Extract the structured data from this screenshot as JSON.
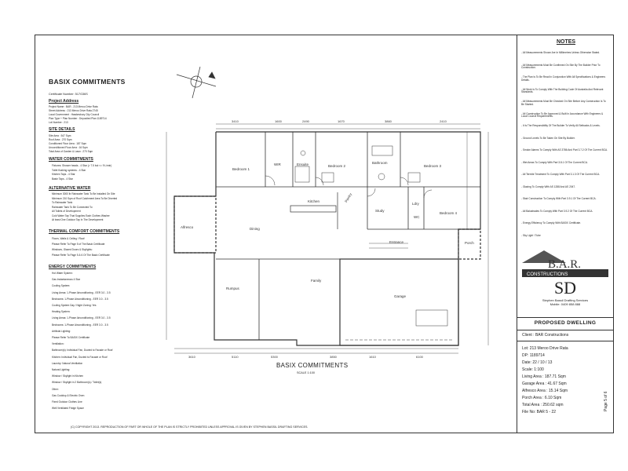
{
  "left_panel": {
    "title": "BASIX COMMITMENTS",
    "certificate": "Certificate Number: 517G36S",
    "project_address_heading": "Project Address",
    "project_rows": [
      "Project Name : BAR - 213 Meroo Drive Rata",
      "Street Address : 213 Meroo Drive Rata 2745",
      "Local Government : Hawkesbury City Council",
      "Plan Type + Plan Number : Deposited Plan 1189714",
      "Lot Number : 213"
    ],
    "site_details_heading": "SITE DETAILS",
    "site_rows": [
      "Site Area : 547 Sqm",
      "Roof Area : 270 Sqm",
      "Conditioned Floor Area : 187 Sqm",
      "Unconditioned Floor Area : 16 Sqm",
      "Total Area of Garden & Lawn : 270 Sqm"
    ],
    "water_heading": "WATER COMMITMENTS",
    "water_rows": [
      "Fixtures: Shower heads - 4 Star (> 7.5 but <= 9 L/min)",
      "Toilet flushing systems - 4 Star",
      "Kitchen Taps - 4 Star",
      "Basin Taps - 4 Star"
    ],
    "alt_water_heading": "ALTERNATIVE WATER",
    "alt_water_rows": [
      "Minimum 3000 ltr Rainwater Tank To Be Installed On Site",
      "Minimum 210 Sqm of Roof Catchment Area To Be Diverted",
      "To Rainwater Tank",
      "Rainwater Tank To Be Connected To:",
      "All Toilets of Development",
      "Cold Water Tap That Supplies Each Clothes Washer",
      "At least One Outdoor Tap In The Development"
    ],
    "thermal_heading": "THERMAL COMFORT COMMITMENTS",
    "thermal_rows": [
      "Floors, Walls & Ceiling / Roof:",
      "Please Refer To Page 5 of The Basix Certificate",
      "Windows, Glazed Doors & Skylights:",
      "Please Refer To Page 5 & 6 Of The Basix Certificate"
    ],
    "energy_heading": "ENERGY COMMITMENTS",
    "energy_rows": [
      "Hot Water System:",
      "Gas Instantaneous 4 Star",
      "Cooling System:",
      "Living Areas: 1-Phase Airconditioning - EER 3.0 - 3.5",
      "Bedrooms: 1-Phase Airconditioning - EER 3.0 - 3.5",
      "Cooling System Day / Night Zoning: Yes",
      "Heating System:",
      "Living Areas: 1-Phase Airconditioning - EER 3.0 - 3.5",
      "Bedrooms: 1-Phase Airconditioning - EER 3.0 - 3.5",
      "Artificial Lighting:",
      "Please Refer To BASIX Certificate",
      "Ventilation:",
      "Bathroom(s): Individual Fan, Ducted to Facade or Roof",
      "Kitchen: Individual Fan, Ducted to Facade or Roof",
      "Laundry: Natural Ventilation",
      "Natural Lighting:",
      "Window / Skylight in Kitchen",
      "Window / Skylight in 2 Bathroom(s) / Toilet(s)",
      "Other:",
      "Gas Cooktop & Electric Oven",
      "Fixed Outdoor Clothes Line",
      "Well Ventilated Fridge Space"
    ]
  },
  "plan": {
    "title": "BASIX COMMITMENTS",
    "scale": "SCALE 1:100",
    "rooms": {
      "bedroom1": "Bedroom 1",
      "wir": "WIR",
      "ensuite": "Ensuite",
      "bedroom2": "Bedroom 2",
      "bathroom": "Bathroom",
      "bedroom3": "Bedroom 3",
      "kitchen": "Kitchen",
      "pantry": "Pantry",
      "study": "Study",
      "laundry": "Ldry",
      "wc": "WC",
      "bedroom4": "Bedroom 4",
      "alfresco": "Alfresco",
      "dining": "Dining",
      "entrance": "Entrance",
      "porch": "Porch",
      "rumpus": "Rumpus",
      "family": "Family",
      "garage": "Garage"
    },
    "dims": [
      "3410",
      "1600",
      "2490",
      "1670",
      "3860",
      "2410",
      "3610",
      "5110",
      "5300",
      "3850",
      "1610",
      "6100"
    ]
  },
  "notes": {
    "title": "NOTES",
    "items": [
      "All Measurements Shown Are In Millimetres Unless Otherwise Stated.",
      "All Measurements Must Be Confirmed On Site By The Builder Prior To Construction.",
      "The Plan Is To Be Read In Conjunction With All Specifications & Engineers Details.",
      "All Work Is To Comply With The Building Code Of Australia And Relevant Standards.",
      "All Measurements Must Be Checked On Site Before Any Construction Is To Be Started.",
      "All Construction To Be Approved & Built In Accordance With Engineers & Local Council Requirements.",
      "It Is The Responsibility Of The Builder To Verify All Setbacks & Levels.",
      "Ground Levels To Be Taken On Site By Builder.",
      "Smoke Alarms To Comply With AS 3786 And Part 3.7.2 Of The Current BCA.",
      "Wet Areas To Comply With Part 3.8.1 Of The Current BCA.",
      "All Termite Treatment To Comply With Part 3.1.3 Of The Current BCA.",
      "Glazing To Comply With AS 1288 And AS 2047.",
      "Stair Construction To Comply With Part 3.9.1 Of The Current BCA.",
      "All Balustrades To Comply With Part 3.9.2 Of The Current BCA.",
      "Energy Efficiency To Comply With BASIX Certificate.",
      "Sky Light / Tube"
    ]
  },
  "titleblock": {
    "company_logo": "B.A.R.",
    "company_sub": "CONSTRUCTIONS",
    "drafting_logo": "SD",
    "drafting_name": "Stephen Bassil Drafting Services",
    "drafting_phone": "Mobile: 0409 858 888",
    "proposed": "PROPOSED DWELLING",
    "client": "Client : BAR Constructions",
    "lot": "Lot: 213 Meroo Drive Rata",
    "dp": "DP: 1189714",
    "date": "Date: 22 / 10 / 13",
    "scale": "Scale: 1:100",
    "living_area": "Living Area : 187.71 Sqm",
    "garage_area": "Garage Area : 41.67 Sqm",
    "alfresco_area": "Alfresco Area : 15.14 Sqm",
    "porch_area": "Porch Area : 6.10 Sqm",
    "total_area": "Total Area : 250.62 sqm",
    "file_no": "File No: BAR 5 - 22",
    "page": "Page 5 of 6"
  },
  "copyright": "(C) COPYRIGHT 2013. REPRODUCTION OF PART OR WHOLE OF THE PLAN IS STRICTLY PROHIBITED UNLESS APPROVAL IS GIVEN BY STEPHEN BASSIL DRAFTING SERVICES."
}
